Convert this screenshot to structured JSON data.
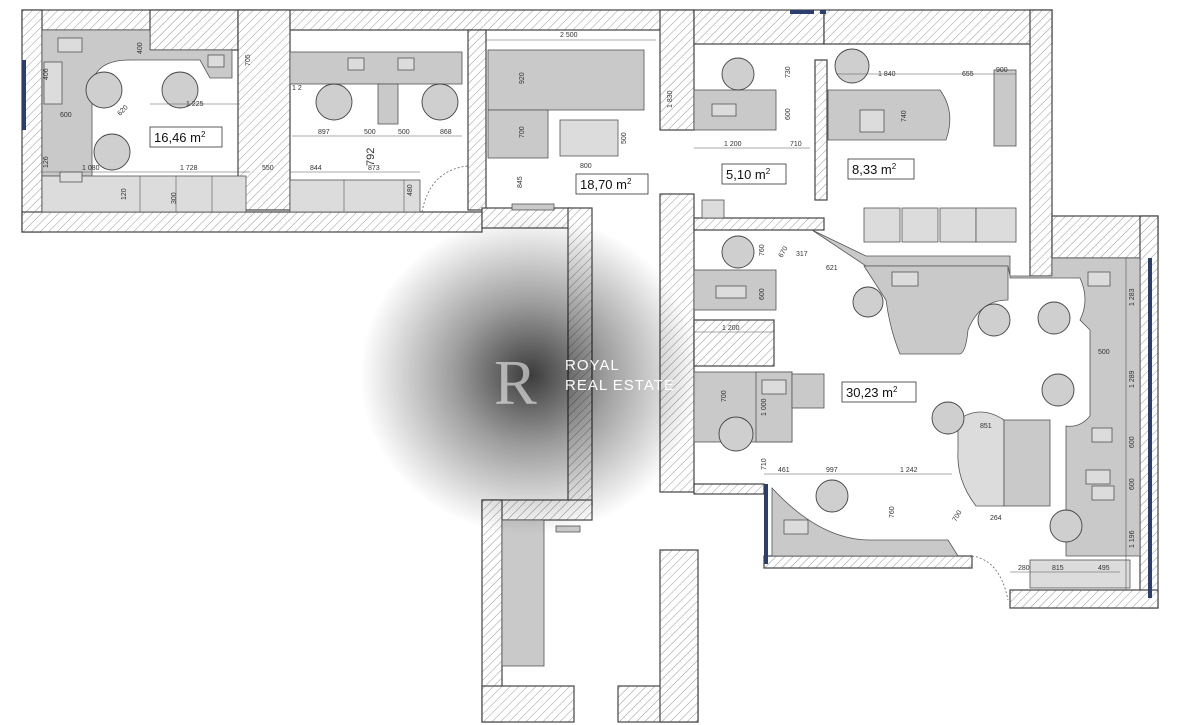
{
  "rooms": [
    {
      "id": "room-1",
      "area": "16,46 m",
      "sup": "2"
    },
    {
      "id": "room-2",
      "area": "18,70 m",
      "sup": "2"
    },
    {
      "id": "room-3",
      "area": "5,10 m",
      "sup": "2"
    },
    {
      "id": "room-4",
      "area": "8,33 m",
      "sup": "2"
    },
    {
      "id": "room-5",
      "area": "30,23 m",
      "sup": "2"
    }
  ],
  "watermark": {
    "brand_line1": "ROYAL",
    "brand_line2": "REAL ESTATE",
    "letter": "R"
  },
  "dimensions": [
    "406",
    "600",
    "126",
    "1 080",
    "400",
    "705",
    "620",
    "1 225",
    "1 728",
    "550",
    "120",
    "300",
    "1 2",
    "897",
    "500",
    "500",
    "868",
    "792",
    "844",
    "873",
    "480",
    "2 500",
    "920",
    "700",
    "1 830",
    "500",
    "800",
    "845",
    "730",
    "600",
    "1 200",
    "710",
    "1 840",
    "655",
    "900",
    "740",
    "760",
    "600",
    "1 200",
    "670",
    "317",
    "621",
    "1 283",
    "500",
    "1 289",
    "600",
    "600",
    "1 196",
    "700",
    "1 000",
    "710",
    "461",
    "997",
    "1 242",
    "851",
    "760",
    "700",
    "264",
    "280",
    "815",
    "495"
  ]
}
